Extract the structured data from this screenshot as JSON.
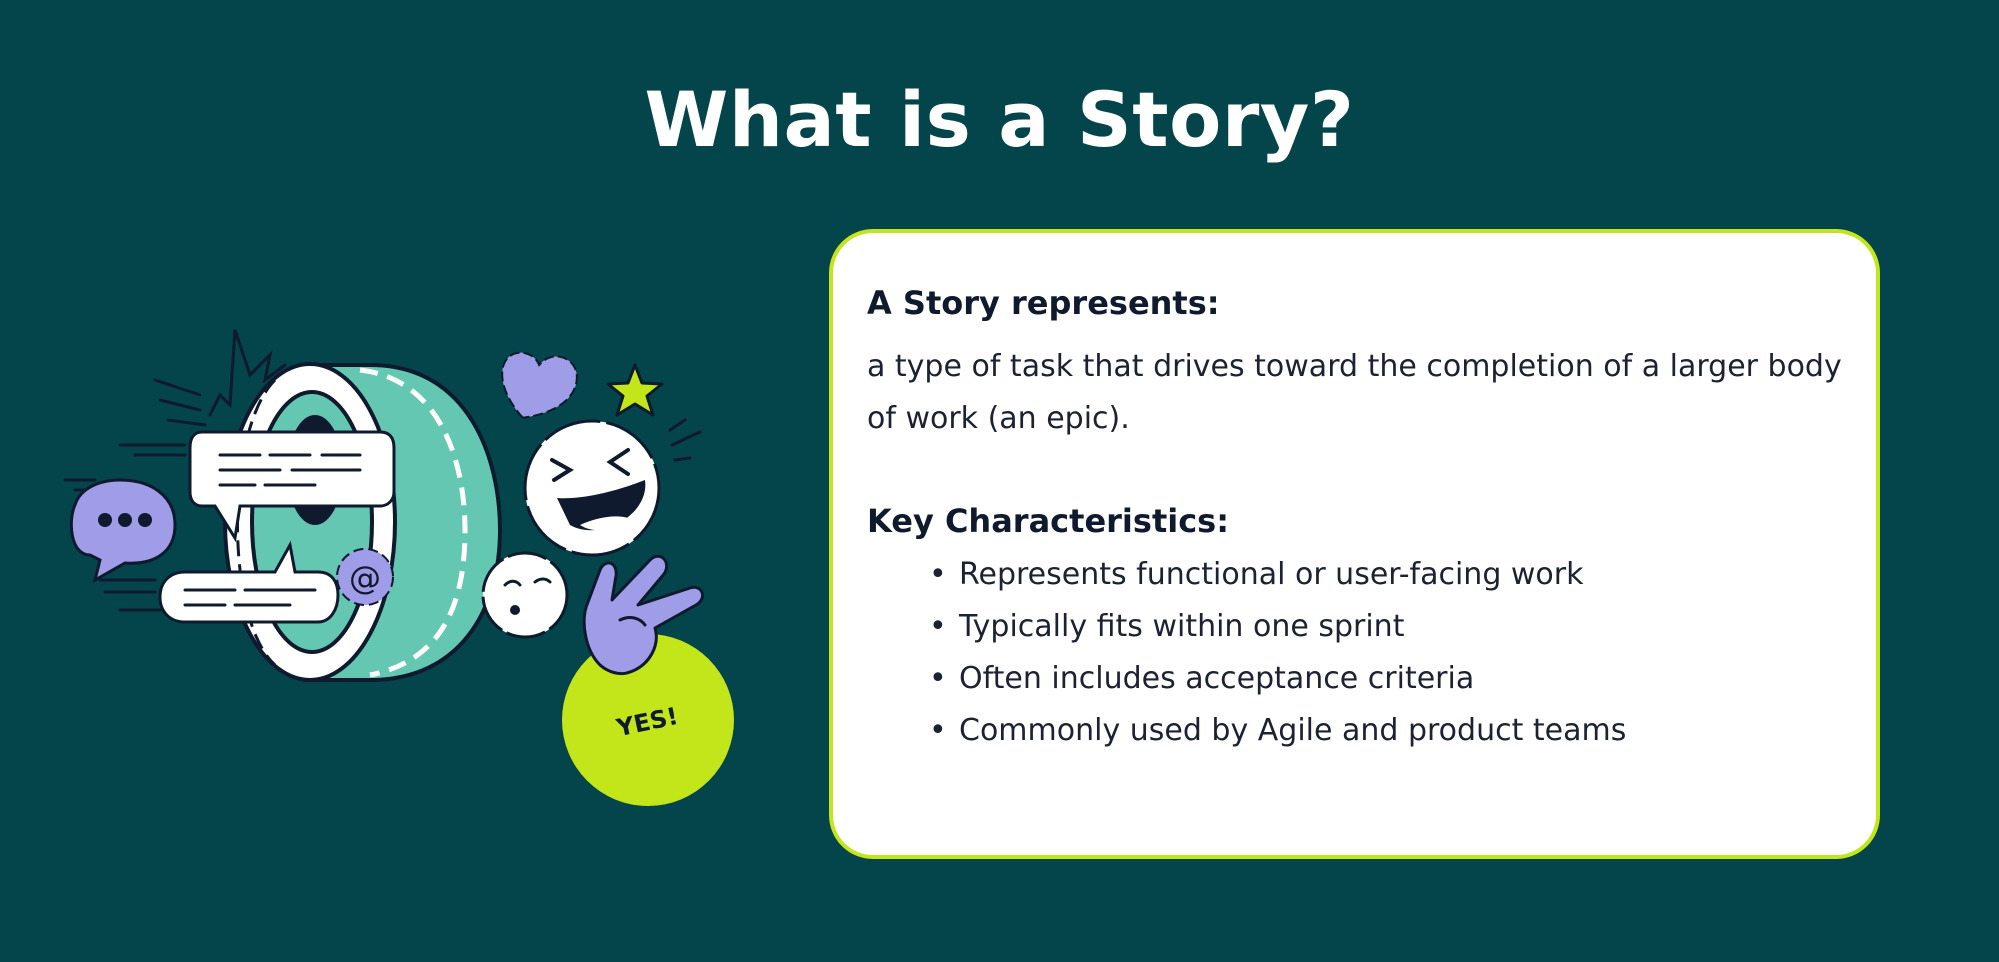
{
  "slide": {
    "title": "What is a Story?"
  },
  "card": {
    "heading_represents": "A Story represents:",
    "definition": "a type of task that drives toward the completion of a larger body of work (an epic).",
    "heading_characteristics": "Key Characteristics:",
    "bullet_symbol": "•",
    "bullets": [
      "Represents functional or user-facing work",
      "Typically fits within one sprint",
      "Often includes acceptance criteria",
      "Commonly used by Agile and product teams"
    ]
  },
  "illustration": {
    "badge_text": "YES!",
    "at_symbol": "@",
    "icons": [
      "megaphone-icon",
      "speech-bubble-icon",
      "ellipsis-bubble-icon",
      "heart-icon",
      "star-icon",
      "laughing-face-icon",
      "winking-face-icon",
      "peace-hand-icon",
      "burst-icon"
    ]
  },
  "colors": {
    "background": "#03454a",
    "card_border": "#c3e61b",
    "lime": "#c3e61b",
    "teal": "#63c7b2",
    "lavender": "#9f9ce8",
    "dark_navy": "#0f1a2e"
  }
}
